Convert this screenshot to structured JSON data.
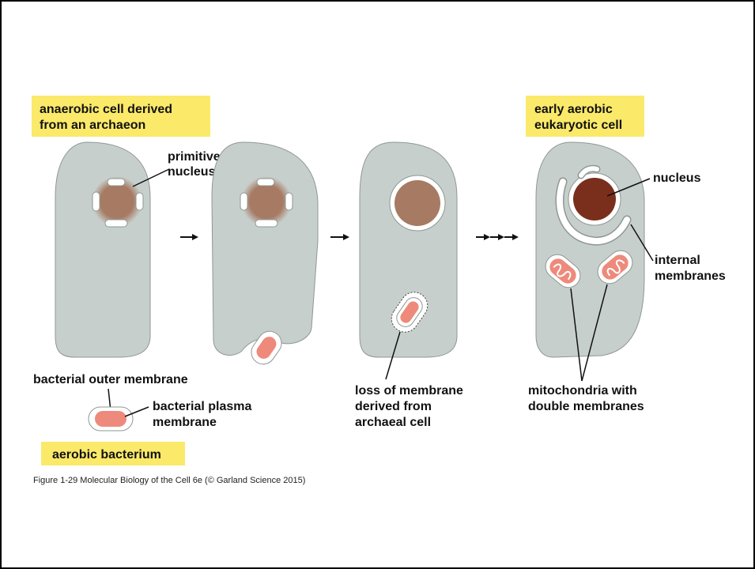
{
  "labels": {
    "anaerobic_cell": [
      "anaerobic cell derived",
      "from an archaeon"
    ],
    "early_aerobic": [
      "early aerobic",
      "eukaryotic cell"
    ],
    "primitive_nucleus": [
      "primitive",
      "nucleus"
    ],
    "nucleus": "nucleus",
    "internal_membranes": [
      "internal",
      "membranes"
    ],
    "bacterial_outer_membrane": "bacterial outer membrane",
    "bacterial_plasma_membrane": [
      "bacterial plasma",
      "membrane"
    ],
    "aerobic_bacterium": "aerobic bacterium",
    "loss_of_membrane": [
      "loss of membrane",
      "derived from",
      "archaeal cell"
    ],
    "mitochondria": [
      "mitochondria with",
      "double membranes"
    ]
  },
  "caption": "Figure 1-29  Molecular Biology of the Cell 6e (© Garland Science 2015)",
  "colors": {
    "cell": "#c7cfcc",
    "cell_stroke": "#8e9893",
    "highlight": "#fbe96a",
    "primitive_nucleus": "#a77a63",
    "nucleus": "#7a2f1d",
    "bacterium": "#ee8a7b",
    "membrane": "#ffffff"
  }
}
